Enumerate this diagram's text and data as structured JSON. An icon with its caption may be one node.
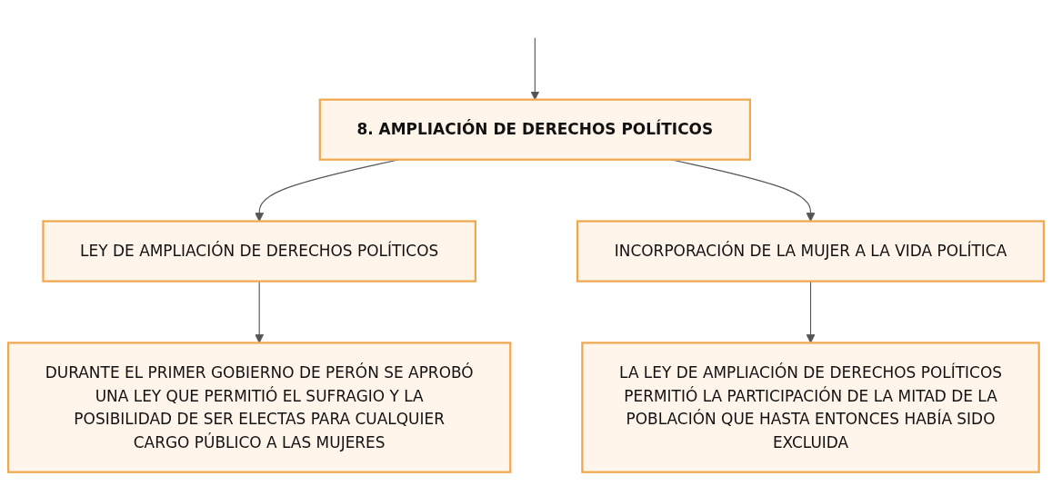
{
  "diagram": {
    "nodes": [
      {
        "text": [
          "8. AMPLIACIÓN DE DERECHOS POLÍTICOS"
        ]
      },
      {
        "text": [
          "LEY DE AMPLIACIÓN DE DERECHOS POLÍTICOS"
        ]
      },
      {
        "text": [
          "INCORPORACIÓN DE LA MUJER A LA VIDA POLÍTICA"
        ]
      },
      {
        "text": [
          "DURANTE EL PRIMER GOBIERNO DE PERÓN SE APROBÓ UNA LEY QUE PERMITIÓ EL SUFRAGIO Y LA POSIBILIDAD DE SER ELECTAS PARA CUALQUIER CARGO PÚBLICO A LAS MUJERES"
        ]
      },
      {
        "text": [
          "LA LEY DE AMPLIACIÓN DE DERECHOS POLÍTICOS PERMITIÓ LA PARTICIPACIÓN DE LA MITAD DE LA POBLACIÓN QUE HASTA ENTONCES HABÍA SIDO EXCLUIDA"
        ]
      }
    ],
    "edges": [
      {
        "from": null,
        "to": 0,
        "arrow": "to"
      },
      {
        "from": 0,
        "to": 1,
        "arrow": "to"
      },
      {
        "from": 0,
        "to": 2,
        "arrow": "to"
      },
      {
        "from": 1,
        "to": 3,
        "arrow": "to"
      },
      {
        "from": 2,
        "to": 4,
        "arrow": "to"
      }
    ]
  }
}
